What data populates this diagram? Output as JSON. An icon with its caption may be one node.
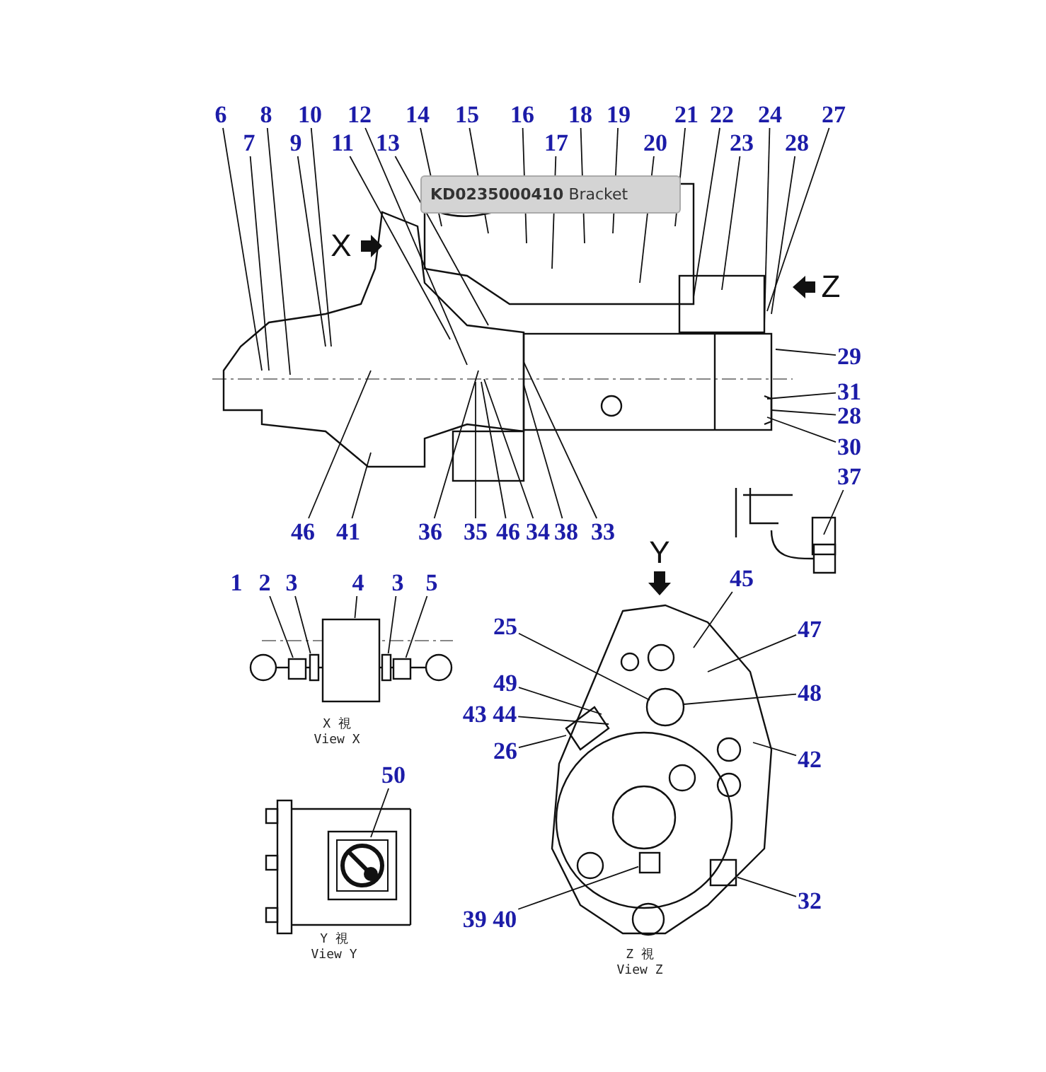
{
  "diagram": {
    "nodes": [
      {
        "text": [
          "6"
        ]
      },
      {
        "text": [
          "8"
        ]
      },
      {
        "text": [
          "10"
        ]
      },
      {
        "text": [
          "12"
        ]
      },
      {
        "text": [
          "14"
        ]
      },
      {
        "text": [
          "15"
        ]
      },
      {
        "text": [
          "16"
        ]
      },
      {
        "text": [
          "18"
        ]
      },
      {
        "text": [
          "19"
        ]
      },
      {
        "text": [
          "21"
        ]
      },
      {
        "text": [
          "22"
        ]
      },
      {
        "text": [
          "24"
        ]
      },
      {
        "text": [
          "27"
        ]
      },
      {
        "text": [
          "7"
        ]
      },
      {
        "text": [
          "9"
        ]
      },
      {
        "text": [
          "11"
        ]
      },
      {
        "text": [
          "13"
        ]
      },
      {
        "text": [
          "17"
        ]
      },
      {
        "text": [
          "20"
        ]
      },
      {
        "text": [
          "23"
        ]
      },
      {
        "text": [
          "28"
        ]
      },
      {
        "text": [
          "29"
        ]
      },
      {
        "text": [
          "31"
        ]
      },
      {
        "text": [
          "28"
        ]
      },
      {
        "text": [
          "30"
        ]
      },
      {
        "text": [
          "37"
        ]
      },
      {
        "text": [
          "46"
        ]
      },
      {
        "text": [
          "41"
        ]
      },
      {
        "text": [
          "36"
        ]
      },
      {
        "text": [
          "35"
        ]
      },
      {
        "text": [
          "46"
        ]
      },
      {
        "text": [
          "34"
        ]
      },
      {
        "text": [
          "38"
        ]
      },
      {
        "text": [
          "33"
        ]
      },
      {
        "text": [
          "2"
        ]
      },
      {
        "text": [
          "3"
        ]
      },
      {
        "text": [
          "4"
        ]
      },
      {
        "text": [
          "3"
        ]
      },
      {
        "text": [
          "5"
        ]
      },
      {
        "text": [
          "50"
        ]
      },
      {
        "text": [
          "45"
        ]
      },
      {
        "text": [
          "25"
        ]
      },
      {
        "text": [
          "47"
        ]
      },
      {
        "text": [
          "49"
        ]
      },
      {
        "text": [
          "48"
        ]
      },
      {
        "text": [
          "43 44"
        ]
      },
      {
        "text": [
          "26"
        ]
      },
      {
        "text": [
          "42"
        ]
      },
      {
        "text": [
          "32"
        ]
      },
      {
        "text": [
          "39 40"
        ]
      },
      {
        "text": [],
        "shape": "box"
      },
      {
        "text": [],
        "shape": "box"
      },
      {
        "text": [],
        "shape": "box"
      },
      {
        "text": [],
        "shape": "box"
      },
      {
        "text": [],
        "shape": "box"
      },
      {
        "text": [],
        "shape": "box"
      },
      {
        "text": [],
        "shape": "box"
      }
    ],
    "edges": [
      {
        "from": 0,
        "to": null,
        "arrow": "none"
      },
      {
        "from": 1,
        "to": null,
        "arrow": "none"
      },
      {
        "from": 2,
        "to": null,
        "arrow": "none"
      },
      {
        "from": 3,
        "to": null,
        "arrow": "none"
      },
      {
        "from": 4,
        "to": null,
        "arrow": "none"
      },
      {
        "from": 5,
        "to": null,
        "arrow": "none"
      },
      {
        "from": 6,
        "to": null,
        "arrow": "none"
      },
      {
        "from": 7,
        "to": null,
        "arrow": "none"
      },
      {
        "from": 8,
        "to": null,
        "arrow": "none"
      },
      {
        "from": 9,
        "to": null,
        "arrow": "none"
      },
      {
        "from": 10,
        "to": null,
        "arrow": "none"
      },
      {
        "from": 11,
        "to": null,
        "arrow": "none"
      },
      {
        "from": 12,
        "to": null,
        "arrow": "none"
      },
      {
        "from": 13,
        "to": null,
        "arrow": "none"
      },
      {
        "from": 14,
        "to": null,
        "arrow": "none"
      },
      {
        "from": 15,
        "to": null,
        "arrow": "none"
      },
      {
        "from": 16,
        "to": null,
        "arrow": "none"
      },
      {
        "from": 17,
        "to": null,
        "arrow": "none"
      },
      {
        "from": 18,
        "to": null,
        "arrow": "none"
      },
      {
        "from": 19,
        "to": null,
        "arrow": "none"
      },
      {
        "from": 20,
        "to": null,
        "arrow": "none"
      },
      {
        "from": 21,
        "to": null,
        "arrow": "none"
      },
      {
        "from": 22,
        "to": null,
        "arrow": "none"
      },
      {
        "from": 23,
        "to": null,
        "arrow": "none"
      },
      {
        "from": 24,
        "to": null,
        "arrow": "none"
      },
      {
        "from": 25,
        "to": null,
        "arrow": "none"
      },
      {
        "from": 26,
        "to": null,
        "arrow": "none"
      },
      {
        "from": 27,
        "to": null,
        "arrow": "none"
      },
      {
        "from": 28,
        "to": null,
        "arrow": "none"
      },
      {
        "from": 29,
        "to": null,
        "arrow": "none"
      },
      {
        "from": 30,
        "to": null,
        "arrow": "none"
      },
      {
        "from": 31,
        "to": null,
        "arrow": "none"
      },
      {
        "from": 32,
        "to": null,
        "arrow": "none"
      },
      {
        "from": 33,
        "to": null,
        "arrow": "none"
      },
      {
        "from": 34,
        "to": 50,
        "arrow": "none"
      },
      {
        "from": 35,
        "to": 51,
        "arrow": "none"
      },
      {
        "from": 36,
        "to": 52,
        "arrow": "none"
      },
      {
        "from": 37,
        "to": 53,
        "arrow": "none"
      },
      {
        "from": 38,
        "to": 54,
        "arrow": "none"
      },
      {
        "from": 39,
        "to": null,
        "arrow": "none"
      },
      {
        "from": 40,
        "to": null,
        "arrow": "none"
      },
      {
        "from": 41,
        "to": null,
        "arrow": "none"
      },
      {
        "from": 42,
        "to": null,
        "arrow": "none"
      },
      {
        "from": 43,
        "to": null,
        "arrow": "none"
      },
      {
        "from": 44,
        "to": null,
        "arrow": "none"
      },
      {
        "from": 45,
        "to": null,
        "arrow": "none"
      },
      {
        "from": 46,
        "to": null,
        "arrow": "none"
      },
      {
        "from": 47,
        "to": null,
        "arrow": "none"
      },
      {
        "from": 48,
        "to": 55,
        "arrow": "none"
      },
      {
        "from": 49,
        "to": 56,
        "arrow": "none"
      }
    ],
    "labels": [
      "1",
      "X",
      "Z",
      "Y",
      "**KD0235000410** Bracket",
      "X 視",
      "View X",
      "Y 視",
      "View Y",
      "Z 視",
      "View Z"
    ]
  }
}
